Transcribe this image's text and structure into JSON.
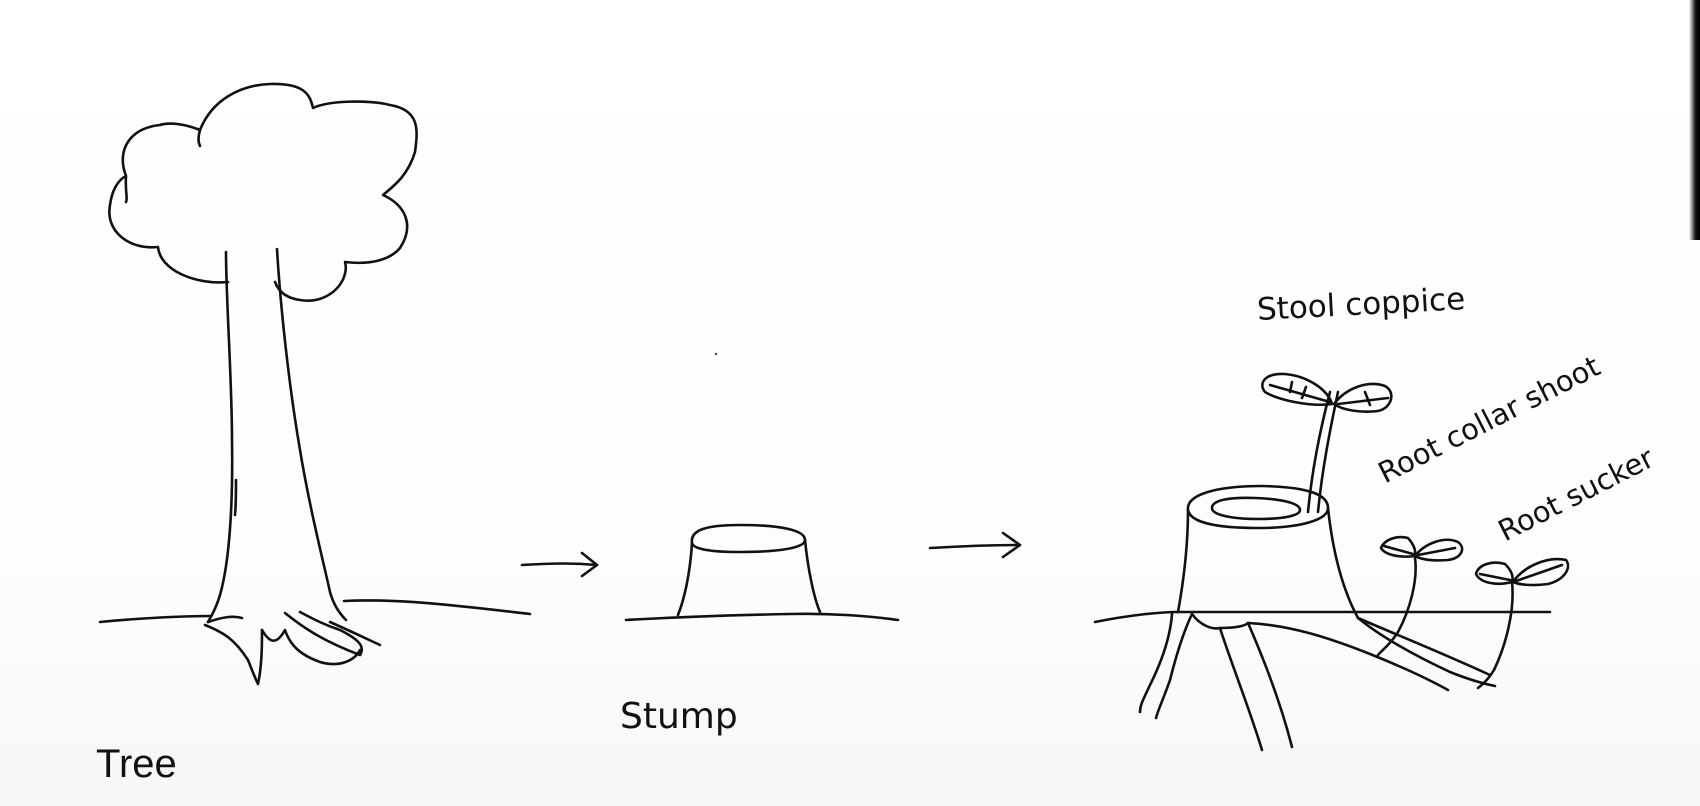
{
  "labels": {
    "tree": "Tree",
    "stump": "Stump",
    "stool_coppice": "Stool coppice",
    "root_collar_shoot": "Root collar shoot",
    "root_sucker": "Root sucker"
  },
  "colors": {
    "ink": "#111111",
    "paper": "#ffffff"
  }
}
